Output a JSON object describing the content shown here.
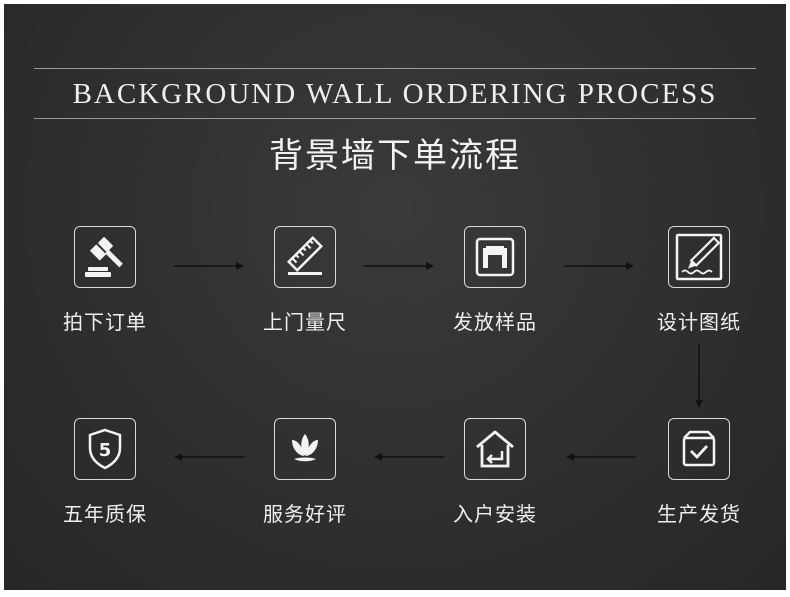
{
  "title_en": "BACKGROUND WALL ORDERING PROCESS",
  "title_zh": "背景墙下单流程",
  "steps": [
    {
      "label": "拍下订单",
      "icon": "auction-gavel-icon"
    },
    {
      "label": "上门量尺",
      "icon": "ruler-icon"
    },
    {
      "label": "发放样品",
      "icon": "sample-display-icon"
    },
    {
      "label": "设计图纸",
      "icon": "pencil-drawing-icon"
    },
    {
      "label": "生产发货",
      "icon": "shipping-box-icon"
    },
    {
      "label": "入户安装",
      "icon": "home-entry-icon"
    },
    {
      "label": "服务好评",
      "icon": "lotus-flower-icon"
    },
    {
      "label": "五年质保",
      "icon": "shield-5-icon"
    }
  ],
  "colors": {
    "background": "#2f2f2f",
    "text": "#f0f0f0",
    "line": "#9a9a9a",
    "arrow": "#111111"
  }
}
